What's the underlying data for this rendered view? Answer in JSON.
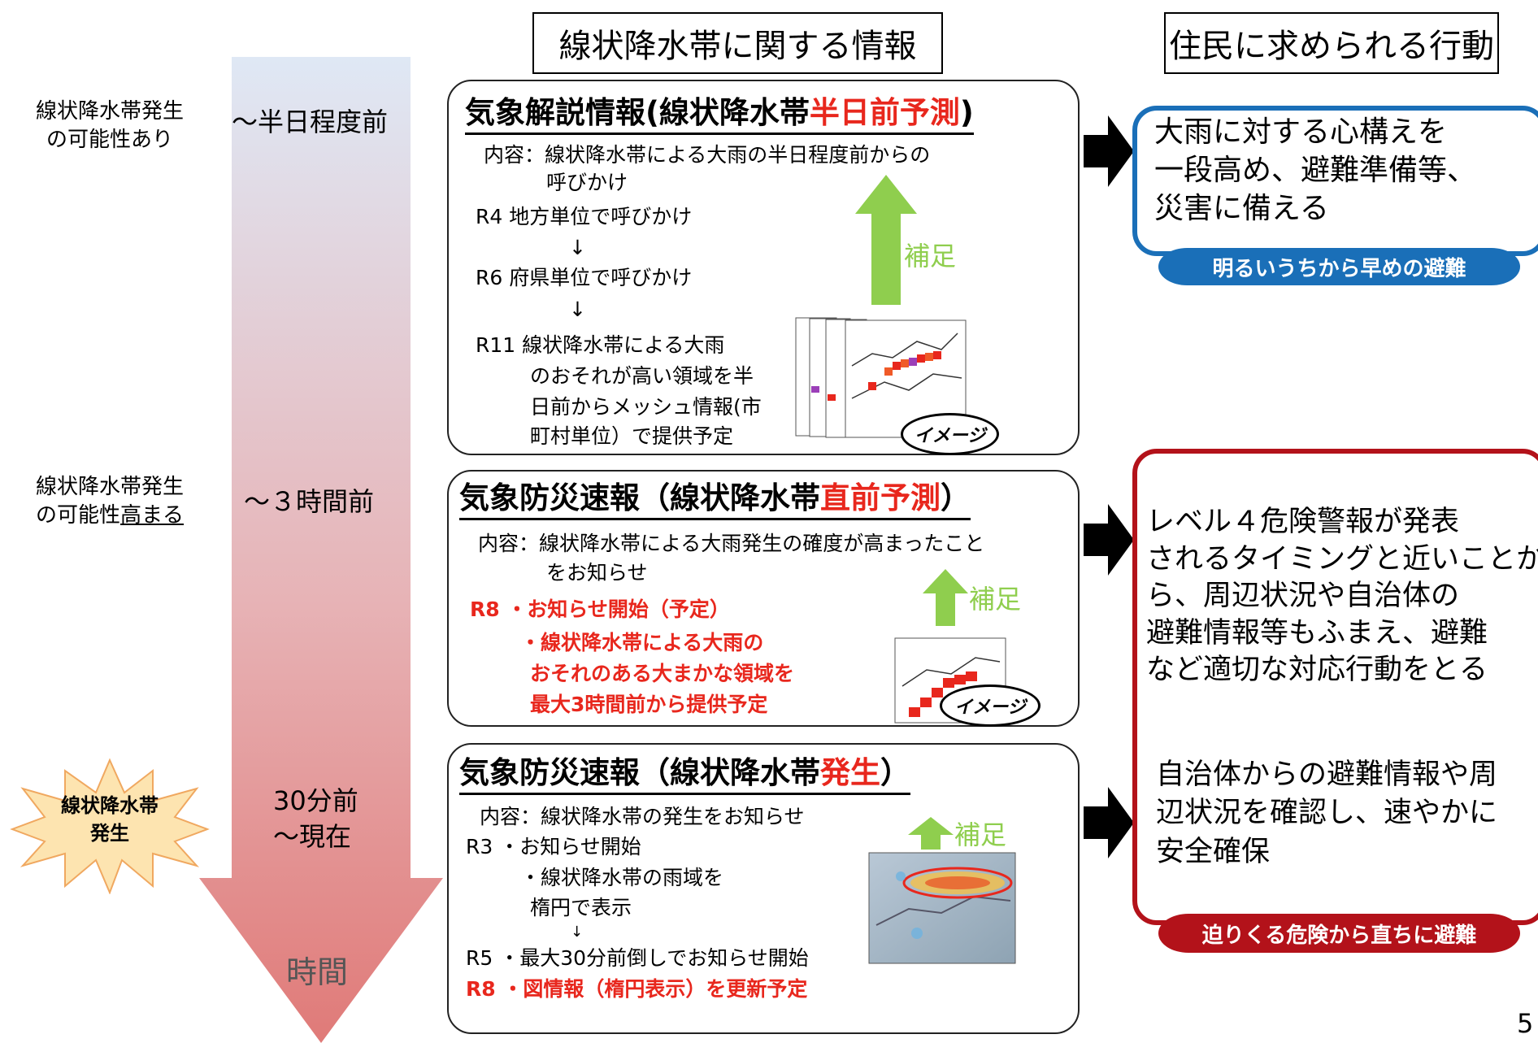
{
  "headers": {
    "info": "線状降水帯に関する情報",
    "action": "住民に求められる行動"
  },
  "left_labels": {
    "stage1_line1": "線状降水帯発生",
    "stage1_line2": "の可能性あり",
    "stage2_line1": "線状降水帯発生",
    "stage2_line2_pre": "の可能性",
    "stage2_line2_underline": "高まる",
    "burst_line1": "線状降水帯",
    "burst_line2": "発生"
  },
  "timeline": {
    "t1": "～半日程度前",
    "t2": "～３時間前",
    "t3_line1": "30分前",
    "t3_line2": "～現在",
    "axis_label": "時間"
  },
  "panel1": {
    "title_pre": "気象解説情報(線状降水帯",
    "title_red": "半日前予測",
    "title_post": ")",
    "content_line1": "内容：線状降水帯による大雨の半日程度前からの",
    "content_line2": "呼びかけ",
    "r4": "R4  地方単位で呼びかけ",
    "arrow1": "↓",
    "r6": "R6  府県単位で呼びかけ",
    "arrow2": "↓",
    "r11_line1": "R11  線状降水帯による大雨",
    "r11_line2": "のおそれが高い領域を半",
    "r11_line3": "日前からメッシュ情報(市",
    "r11_line4": "町村単位）で提供予定",
    "supplement": "補足",
    "image_label": "イメージ"
  },
  "panel2": {
    "title_pre": "気象防災速報（線状降水帯",
    "title_red": "直前予測",
    "title_post": "）",
    "content_line1": "内容：線状降水帯による大雨発生の確度が高まったこと",
    "content_line2": "をお知らせ",
    "r8_line1": "R8  ・お知らせ開始（予定）",
    "r8_line2": "・線状降水帯による大雨の",
    "r8_line3": "おそれのある大まかな領域を",
    "r8_line4": "最大3時間前から提供予定",
    "supplement": "補足",
    "image_label": "イメージ"
  },
  "panel3": {
    "title_pre": "気象防災速報（線状降水帯",
    "title_red": "発生",
    "title_post": "）",
    "content_line1": "内容：線状降水帯の発生をお知らせ",
    "r3_line1": "R3  ・お知らせ開始",
    "r3_line2": "・線状降水帯の雨域を",
    "r3_line3": "楕円で表示",
    "arrow": "↓",
    "r5": "R5  ・最大30分前倒しでお知らせ開始",
    "r8": "R8  ・図情報（楕円表示）を更新予定",
    "supplement": "補足"
  },
  "actions": {
    "a1_line1": "大雨に対する心構えを",
    "a1_line2": "一段高め、避難準備等、",
    "a1_line3": "災害に備える",
    "a1_banner": "明るいうちから早めの避難",
    "a2_line1": "レベル４危険警報が発表",
    "a2_line2": "されるタイミングと近いことか",
    "a2_line3": "ら、周辺状況や自治体の",
    "a2_line4": "避難情報等もふまえ、避難",
    "a2_line5": "など適切な対応行動をとる",
    "a3_line1": "自治体からの避難情報や周",
    "a3_line2": "辺状況を確認し、速やかに",
    "a3_line3": "安全確保",
    "a3_banner": "迫りくる危険から直ちに避難"
  },
  "page_number": "5",
  "colors": {
    "accent_red": "#e8271d",
    "supplement_green": "#8fce4e",
    "action1_blue": "#1a6fb8",
    "action2_red": "#b3121a",
    "timeline_top": "#dfe8f5",
    "timeline_bottom": "#e07a78"
  },
  "icons": {
    "flow_arrows": "right-arrow-icon",
    "supplement": "up-arrow-icon"
  }
}
